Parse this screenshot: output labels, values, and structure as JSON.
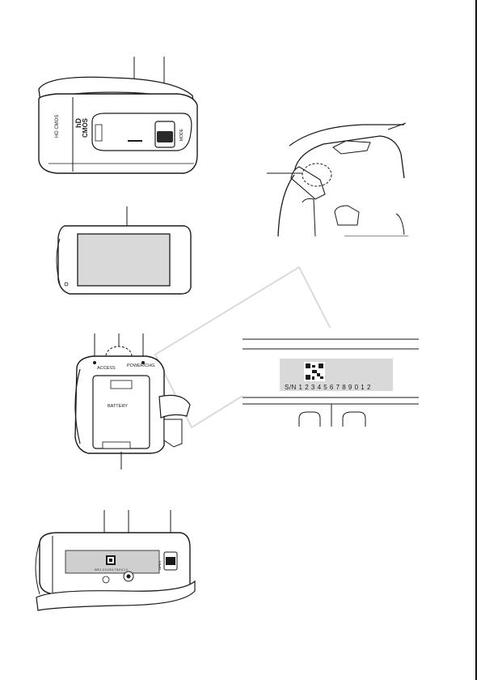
{
  "top_view": {
    "brand_a": "hD",
    "brand_b": "CMOS",
    "side_text": "HD CMOS",
    "mode_text": "MODE"
  },
  "lcd_view": {},
  "detail_view": {},
  "back_view": {
    "access_label": "ACCESS",
    "power_label": "POWER/CHG",
    "battery_label": "BATTERY"
  },
  "serial_closeup": {
    "serial_label": "S/N 1 2 3 4 5 6 7 8 9 0 1 2"
  },
  "bottom_view": {
    "serial_small": "S/N 1 2 3 4 5 6 7 8 9 0 1 2",
    "release_text": "OPEN"
  },
  "colors": {
    "line": "#1a1a1a",
    "gray_fill": "#d9d9d9",
    "panel_fill": "#cfcfcf",
    "watermark": "#d8d8d8"
  }
}
